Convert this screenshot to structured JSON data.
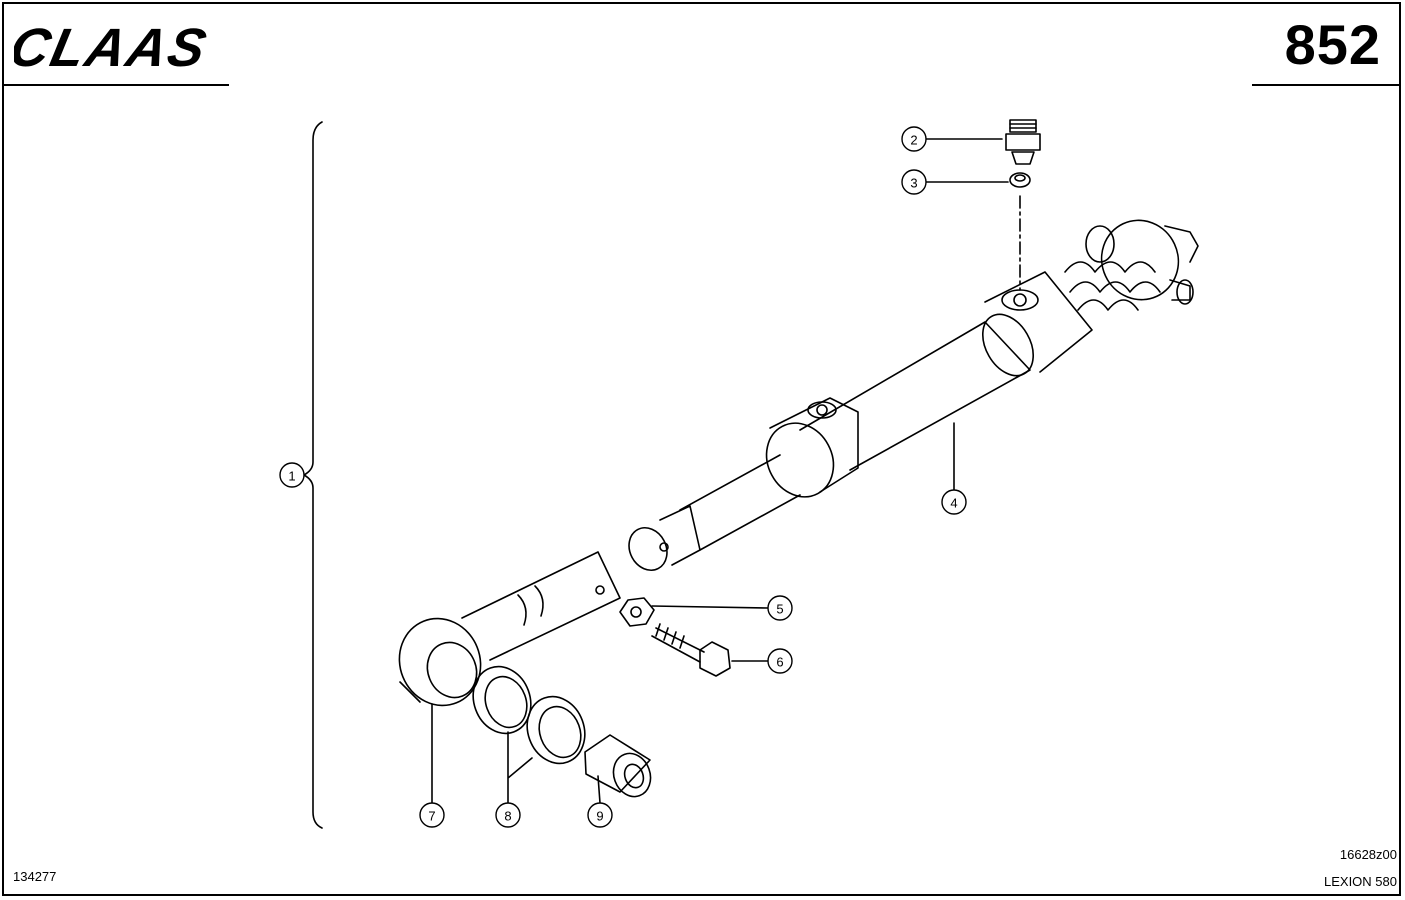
{
  "header": {
    "brand": "CLAAS",
    "page_number": "852"
  },
  "footer": {
    "document_number": "134277",
    "image_code": "16628z00",
    "model": "LEXION 580"
  },
  "callouts": [
    "1",
    "2",
    "3",
    "4",
    "5",
    "6",
    "7",
    "8",
    "9"
  ]
}
